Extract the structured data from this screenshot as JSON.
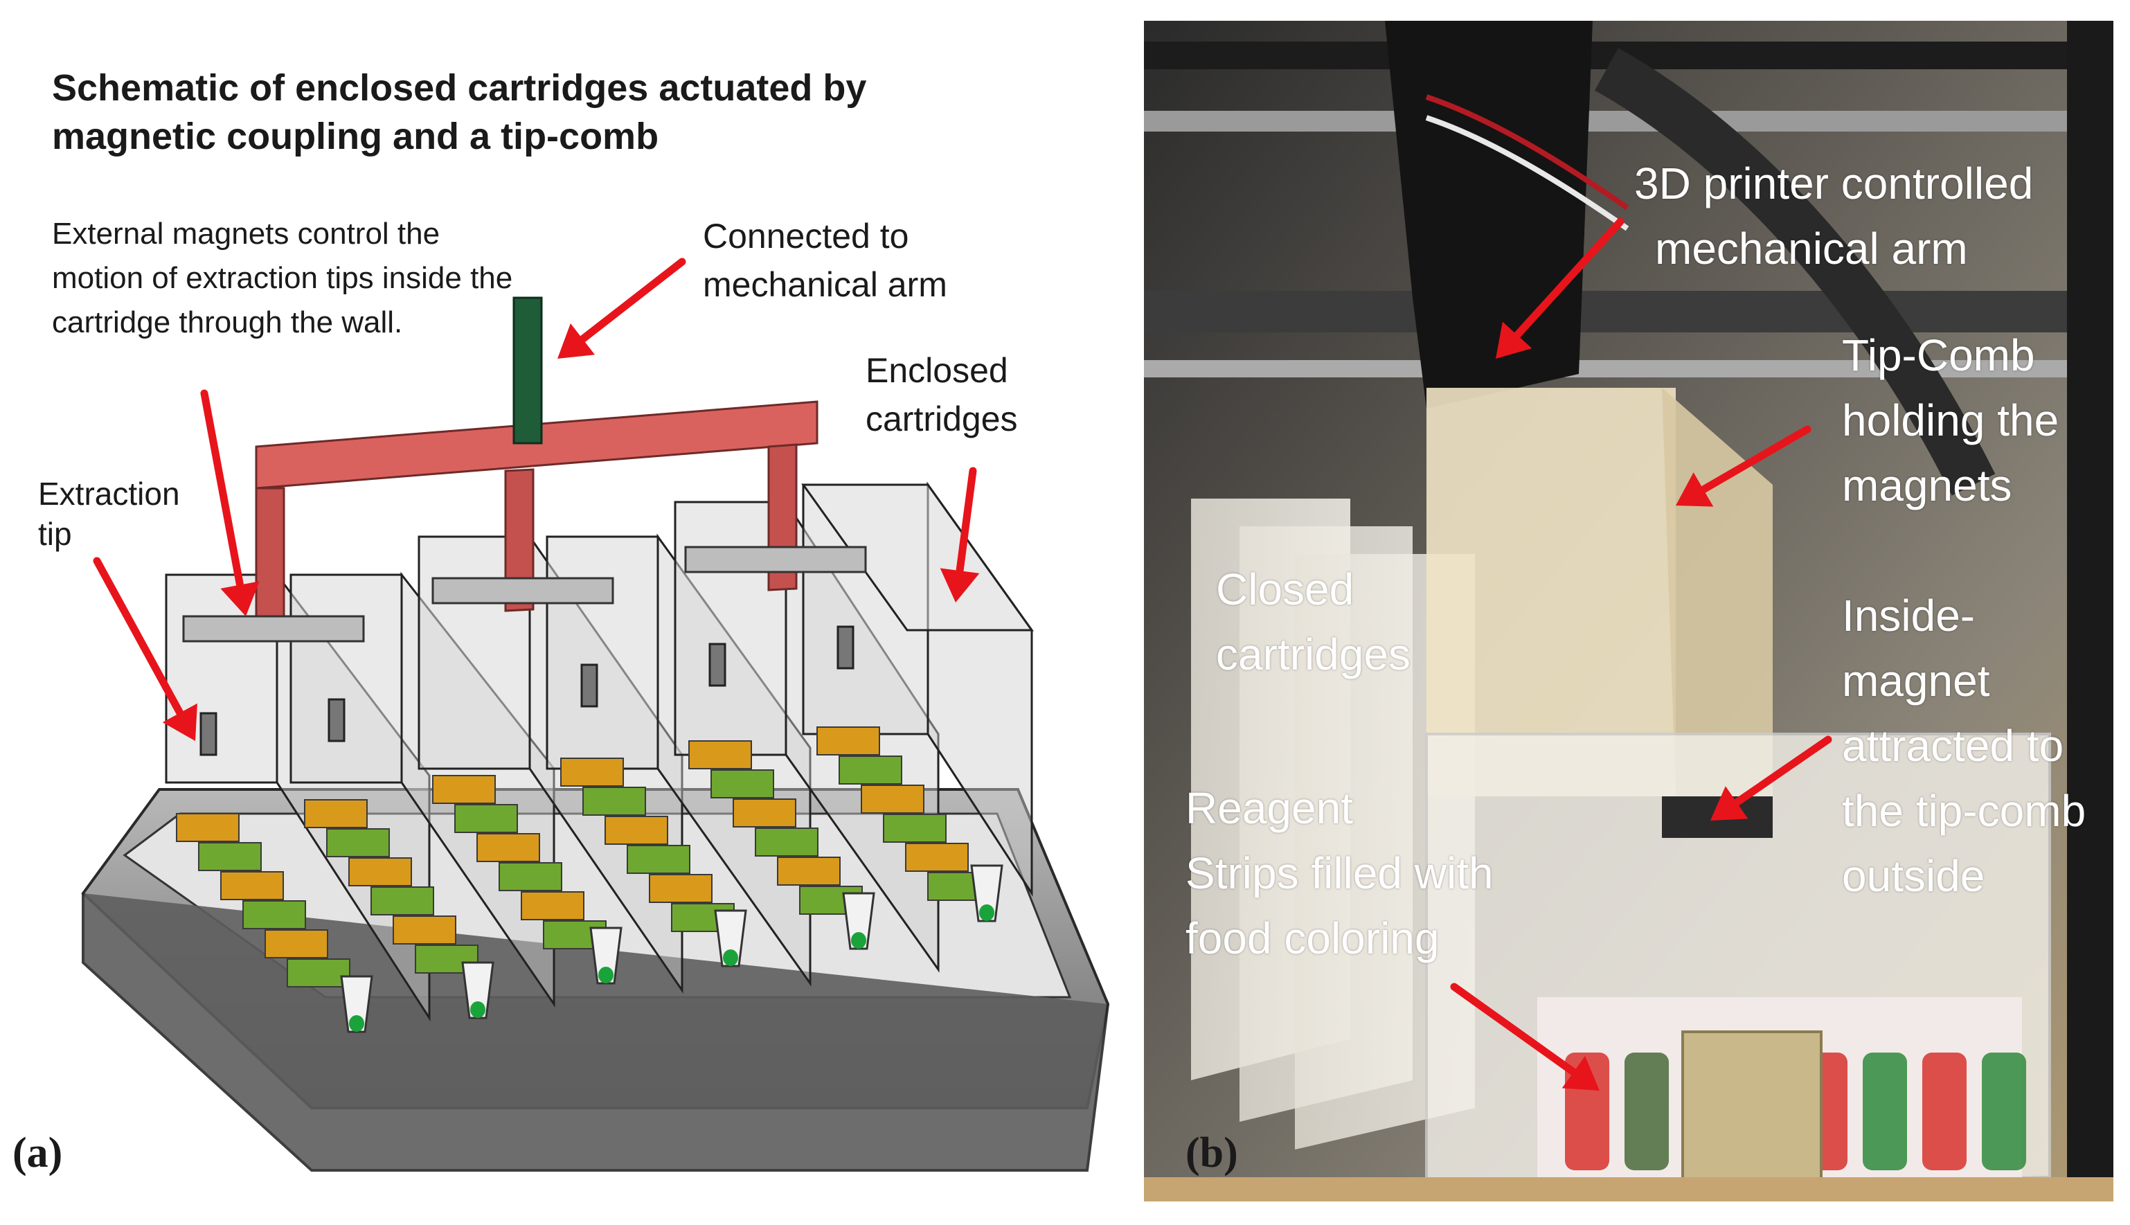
{
  "panel_a": {
    "letter": "(a)",
    "title_lines": [
      "Schematic of enclosed cartridges actuated by",
      "magnetic coupling and a tip-comb"
    ],
    "magnet_note_lines": [
      "External magnets control the",
      "motion of extraction tips inside the",
      "cartridge through the wall."
    ],
    "arm_label_lines": [
      "Connected to",
      "mechanical arm"
    ],
    "enclosed_label_lines": [
      "Enclosed",
      "cartridges"
    ],
    "tip_label_lines": [
      "Extraction",
      "tip"
    ]
  },
  "panel_b": {
    "letter": "(b)",
    "printer_label_lines": [
      "3D printer controlled",
      "mechanical arm"
    ],
    "tipcomb_label_lines": [
      "Tip-Comb",
      "holding the",
      "magnets"
    ],
    "closed_label_lines": [
      "Closed",
      "cartridges"
    ],
    "inside_label_lines": [
      "Inside-",
      "magnet",
      "attracted to",
      "the tip-comb",
      "outside"
    ],
    "reagent_label_lines": [
      "Reagent",
      "Strips filled with",
      "food coloring"
    ]
  },
  "colors": {
    "arrow": "#e8141b",
    "tip_comb_frame": "#d9625f",
    "arm_rod": "#1f5c38",
    "reagent_green": "#6fa830",
    "reagent_orange": "#d99a1c",
    "tube_liquid": "#1aa33a"
  }
}
